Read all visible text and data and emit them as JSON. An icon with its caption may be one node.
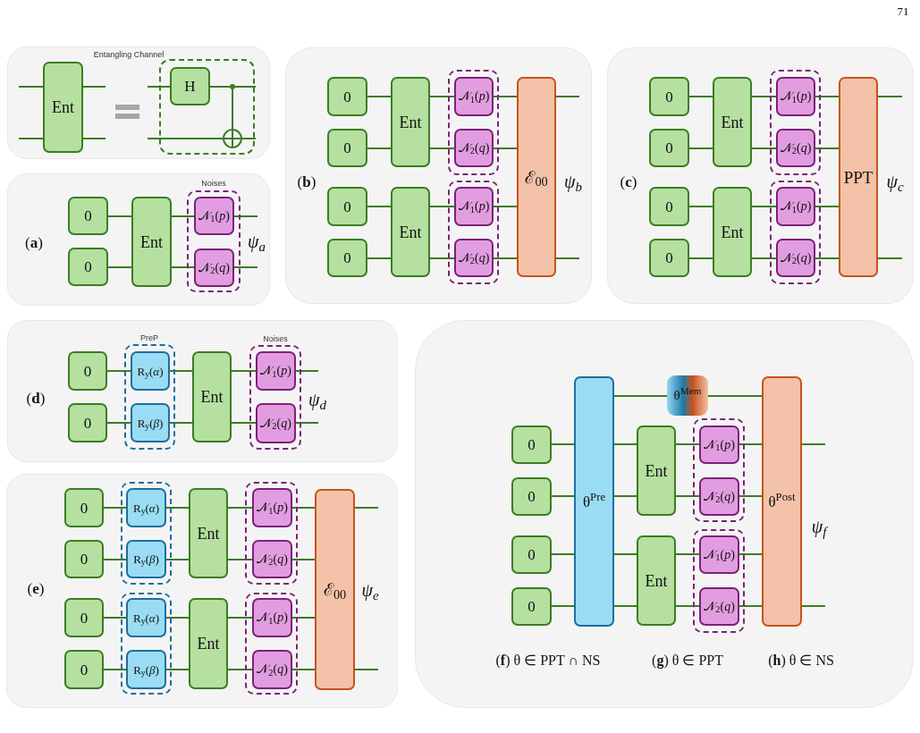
{
  "diagram": {
    "nodes": [
      {
        "text": [],
        "shape": "box"
      },
      {
        "text": [
          "Ent"
        ],
        "in": 0
      },
      {
        "text": [
          "Entangling Channel"
        ],
        "in": 0
      },
      {
        "text": [
          "H"
        ],
        "in": 2
      },
      {
        "text": [],
        "shape": "dot",
        "in": 2
      },
      {
        "text": [],
        "shape": "circle",
        "in": 2
      },
      {
        "text": [
          "(**a**)",
          "ψ$_{a}$"
        ]
      },
      {
        "text": [
          "0"
        ],
        "in": 6
      },
      {
        "text": [
          "0"
        ],
        "in": 6
      },
      {
        "text": [
          "Ent"
        ],
        "in": 6
      },
      {
        "text": [
          "Noises"
        ],
        "in": 6
      },
      {
        "text": [
          "𝒩$_{1}$(*p*)"
        ],
        "in": 10
      },
      {
        "text": [
          "𝒩$_{2}$(*q*)"
        ],
        "in": 10
      },
      {
        "text": [
          "(**b**)",
          "ψ$_{b}$"
        ]
      },
      {
        "text": [
          "0"
        ],
        "in": 13
      },
      {
        "text": [
          "0"
        ],
        "in": 13
      },
      {
        "text": [
          "Ent"
        ],
        "in": 13
      },
      {
        "text": [],
        "shape": "box",
        "in": 13
      },
      {
        "text": [
          "𝒩$_{1}$(*p*)"
        ],
        "in": 17
      },
      {
        "text": [
          "𝒩$_{2}$(*q*)"
        ],
        "in": 17
      },
      {
        "text": [
          "0"
        ],
        "in": 13
      },
      {
        "text": [
          "0"
        ],
        "in": 13
      },
      {
        "text": [
          "Ent"
        ],
        "in": 13
      },
      {
        "text": [],
        "shape": "box",
        "in": 13
      },
      {
        "text": [
          "𝒩$_{1}$(*p*)"
        ],
        "in": 23
      },
      {
        "text": [
          "𝒩$_{2}$(*q*)"
        ],
        "in": 23
      },
      {
        "text": [
          "ℰ$_{00}$"
        ],
        "in": 13
      },
      {
        "text": [
          "(**c**)",
          "ψ$_{c}$"
        ]
      },
      {
        "text": [
          "0"
        ],
        "in": 27
      },
      {
        "text": [
          "0"
        ],
        "in": 27
      },
      {
        "text": [
          "Ent"
        ],
        "in": 27
      },
      {
        "text": [],
        "shape": "box",
        "in": 27
      },
      {
        "text": [
          "𝒩$_{1}$(*p*)"
        ],
        "in": 31
      },
      {
        "text": [
          "𝒩$_{2}$(*q*)"
        ],
        "in": 31
      },
      {
        "text": [
          "0"
        ],
        "in": 27
      },
      {
        "text": [
          "0"
        ],
        "in": 27
      },
      {
        "text": [
          "Ent"
        ],
        "in": 27
      },
      {
        "text": [],
        "shape": "box",
        "in": 27
      },
      {
        "text": [
          "𝒩$_{1}$(*p*)"
        ],
        "in": 37
      },
      {
        "text": [
          "𝒩$_{2}$(*q*)"
        ],
        "in": 37
      },
      {
        "text": [
          "PPT"
        ],
        "in": 27
      },
      {
        "text": [
          "(**d**)",
          "ψ$_{d}$"
        ]
      },
      {
        "text": [
          "0"
        ],
        "in": 41
      },
      {
        "text": [
          "0"
        ],
        "in": 41
      },
      {
        "text": [
          "PreP"
        ],
        "in": 41
      },
      {
        "text": [
          "R$_{y}$(*α*)"
        ],
        "in": 44
      },
      {
        "text": [
          "R$_{y}$(*β*)"
        ],
        "in": 44
      },
      {
        "text": [
          "Ent"
        ],
        "in": 41
      },
      {
        "text": [
          "Noises"
        ],
        "in": 41
      },
      {
        "text": [
          "𝒩$_{1}$(*p*)"
        ],
        "in": 48
      },
      {
        "text": [
          "𝒩$_{2}$(*q*)"
        ],
        "in": 48
      },
      {
        "text": [
          "(**e**)",
          "ψ$_{e}$"
        ]
      },
      {
        "text": [
          "0"
        ],
        "in": 51
      },
      {
        "text": [
          "0"
        ],
        "in": 51
      },
      {
        "text": [],
        "shape": "box",
        "in": 51
      },
      {
        "text": [
          "R$_{y}$(*α*)"
        ],
        "in": 54
      },
      {
        "text": [
          "R$_{y}$(*β*)"
        ],
        "in": 54
      },
      {
        "text": [
          "Ent"
        ],
        "in": 51
      },
      {
        "text": [],
        "shape": "box",
        "in": 51
      },
      {
        "text": [
          "𝒩$_{1}$(*p*)"
        ],
        "in": 58
      },
      {
        "text": [
          "𝒩$_{2}$(*q*)"
        ],
        "in": 58
      },
      {
        "text": [
          "0"
        ],
        "in": 51
      },
      {
        "text": [
          "0"
        ],
        "in": 51
      },
      {
        "text": [],
        "shape": "box",
        "in": 51
      },
      {
        "text": [
          "R$_{y}$(*α*)"
        ],
        "in": 63
      },
      {
        "text": [
          "R$_{y}$(*β*)"
        ],
        "in": 63
      },
      {
        "text": [
          "Ent"
        ],
        "in": 51
      },
      {
        "text": [],
        "shape": "box",
        "in": 51
      },
      {
        "text": [
          "𝒩$_{1}$(*p*)"
        ],
        "in": 67
      },
      {
        "text": [
          "𝒩$_{2}$(*q*)"
        ],
        "in": 67
      },
      {
        "text": [
          "ℰ$_{00}$"
        ],
        "in": 51
      },
      {
        "text": [
          "(**f**) θ ∈ PPT ∩ NS",
          "(**g**) θ ∈ PPT",
          "(**h**) θ ∈ NS",
          "ψ$_{f}$"
        ]
      },
      {
        "text": [
          "0"
        ],
        "in": 71
      },
      {
        "text": [
          "0"
        ],
        "in": 71
      },
      {
        "text": [
          "0"
        ],
        "in": 71
      },
      {
        "text": [
          "0"
        ],
        "in": 71
      },
      {
        "text": [
          "θ$^{Pre}$"
        ],
        "in": 71
      },
      {
        "text": [
          "θ$^{Mem}$"
        ],
        "in": 71
      },
      {
        "text": [
          "Ent"
        ],
        "in": 71
      },
      {
        "text": [],
        "shape": "box",
        "in": 71
      },
      {
        "text": [
          "𝒩$_{1}$(*p*)"
        ],
        "in": 79
      },
      {
        "text": [
          "𝒩$_{2}$(*q*)"
        ],
        "in": 79
      },
      {
        "text": [
          "Ent"
        ],
        "in": 71
      },
      {
        "text": [],
        "shape": "box",
        "in": 71
      },
      {
        "text": [
          "𝒩$_{1}$(*p*)"
        ],
        "in": 83
      },
      {
        "text": [
          "𝒩$_{2}$(*q*)"
        ],
        "in": 83
      },
      {
        "text": [
          "θ$^{Post}$"
        ],
        "in": 71
      }
    ],
    "edges": [
      {
        "from": null,
        "to": 1,
        "arrow": "none"
      },
      {
        "from": null,
        "to": 1,
        "arrow": "none"
      },
      {
        "from": 1,
        "to": null,
        "arrow": "none"
      },
      {
        "from": 1,
        "to": null,
        "arrow": "none"
      },
      {
        "from": null,
        "to": 3,
        "arrow": "none"
      },
      {
        "from": 3,
        "to": 4,
        "arrow": "none"
      },
      {
        "from": 4,
        "to": null,
        "arrow": "none"
      },
      {
        "from": 4,
        "to": 5,
        "arrow": "none"
      },
      {
        "from": null,
        "to": 5,
        "arrow": "none"
      },
      {
        "from": 5,
        "to": null,
        "arrow": "none"
      },
      {
        "from": 7,
        "to": 9,
        "arrow": "none"
      },
      {
        "from": 8,
        "to": 9,
        "arrow": "none"
      },
      {
        "from": 9,
        "to": 11,
        "arrow": "none"
      },
      {
        "from": 9,
        "to": 12,
        "arrow": "none"
      },
      {
        "from": 11,
        "to": null,
        "arrow": "none"
      },
      {
        "from": 12,
        "to": null,
        "arrow": "none"
      },
      {
        "from": 14,
        "to": 16,
        "arrow": "none"
      },
      {
        "from": 15,
        "to": 16,
        "arrow": "none"
      },
      {
        "from": 16,
        "to": 18,
        "arrow": "none"
      },
      {
        "from": 16,
        "to": 19,
        "arrow": "none"
      },
      {
        "from": 18,
        "to": 26,
        "arrow": "none"
      },
      {
        "from": 19,
        "to": 26,
        "arrow": "none"
      },
      {
        "from": 20,
        "to": 22,
        "arrow": "none"
      },
      {
        "from": 21,
        "to": 22,
        "arrow": "none"
      },
      {
        "from": 22,
        "to": 24,
        "arrow": "none"
      },
      {
        "from": 22,
        "to": 25,
        "arrow": "none"
      },
      {
        "from": 24,
        "to": 26,
        "arrow": "none"
      },
      {
        "from": 25,
        "to": 26,
        "arrow": "none"
      },
      {
        "from": 26,
        "to": null,
        "arrow": "none"
      },
      {
        "from": 26,
        "to": null,
        "arrow": "none"
      },
      {
        "from": 28,
        "to": 30,
        "arrow": "none"
      },
      {
        "from": 29,
        "to": 30,
        "arrow": "none"
      },
      {
        "from": 30,
        "to": 32,
        "arrow": "none"
      },
      {
        "from": 30,
        "to": 33,
        "arrow": "none"
      },
      {
        "from": 32,
        "to": 40,
        "arrow": "none"
      },
      {
        "from": 33,
        "to": 40,
        "arrow": "none"
      },
      {
        "from": 34,
        "to": 36,
        "arrow": "none"
      },
      {
        "from": 35,
        "to": 36,
        "arrow": "none"
      },
      {
        "from": 36,
        "to": 38,
        "arrow": "none"
      },
      {
        "from": 36,
        "to": 39,
        "arrow": "none"
      },
      {
        "from": 38,
        "to": 40,
        "arrow": "none"
      },
      {
        "from": 39,
        "to": 40,
        "arrow": "none"
      },
      {
        "from": 40,
        "to": null,
        "arrow": "none"
      },
      {
        "from": 40,
        "to": null,
        "arrow": "none"
      },
      {
        "from": 42,
        "to": 45,
        "arrow": "none"
      },
      {
        "from": 43,
        "to": 46,
        "arrow": "none"
      },
      {
        "from": 45,
        "to": 47,
        "arrow": "none"
      },
      {
        "from": 46,
        "to": 47,
        "arrow": "none"
      },
      {
        "from": 47,
        "to": 49,
        "arrow": "none"
      },
      {
        "from": 47,
        "to": 50,
        "arrow": "none"
      },
      {
        "from": 49,
        "to": null,
        "arrow": "none"
      },
      {
        "from": 50,
        "to": null,
        "arrow": "none"
      },
      {
        "from": 52,
        "to": 55,
        "arrow": "none"
      },
      {
        "from": 53,
        "to": 56,
        "arrow": "none"
      },
      {
        "from": 55,
        "to": 57,
        "arrow": "none"
      },
      {
        "from": 56,
        "to": 57,
        "arrow": "none"
      },
      {
        "from": 57,
        "to": 59,
        "arrow": "none"
      },
      {
        "from": 57,
        "to": 60,
        "arrow": "none"
      },
      {
        "from": 59,
        "to": 70,
        "arrow": "none"
      },
      {
        "from": 60,
        "to": 70,
        "arrow": "none"
      },
      {
        "from": 61,
        "to": 64,
        "arrow": "none"
      },
      {
        "from": 62,
        "to": 65,
        "arrow": "none"
      },
      {
        "from": 64,
        "to": 66,
        "arrow": "none"
      },
      {
        "from": 65,
        "to": 66,
        "arrow": "none"
      },
      {
        "from": 66,
        "to": 68,
        "arrow": "none"
      },
      {
        "from": 66,
        "to": 69,
        "arrow": "none"
      },
      {
        "from": 68,
        "to": 70,
        "arrow": "none"
      },
      {
        "from": 69,
        "to": 70,
        "arrow": "none"
      },
      {
        "from": 70,
        "to": null,
        "arrow": "none"
      },
      {
        "from": 70,
        "to": null,
        "arrow": "none"
      },
      {
        "from": 72,
        "to": 76,
        "arrow": "none"
      },
      {
        "from": 73,
        "to": 76,
        "arrow": "none"
      },
      {
        "from": 74,
        "to": 76,
        "arrow": "none"
      },
      {
        "from": 75,
        "to": 76,
        "arrow": "none"
      },
      {
        "from": 76,
        "to": 77,
        "arrow": "none"
      },
      {
        "from": 77,
        "to": 86,
        "arrow": "none"
      },
      {
        "from": 76,
        "to": 78,
        "arrow": "none"
      },
      {
        "from": 76,
        "to": 78,
        "arrow": "none"
      },
      {
        "from": 76,
        "to": 82,
        "arrow": "none"
      },
      {
        "from": 76,
        "to": 82,
        "arrow": "none"
      },
      {
        "from": 78,
        "to": 80,
        "arrow": "none"
      },
      {
        "from": 78,
        "to": 81,
        "arrow": "none"
      },
      {
        "from": 82,
        "to": 84,
        "arrow": "none"
      },
      {
        "from": 82,
        "to": 85,
        "arrow": "none"
      },
      {
        "from": 80,
        "to": 86,
        "arrow": "none"
      },
      {
        "from": 81,
        "to": 86,
        "arrow": "none"
      },
      {
        "from": 84,
        "to": 86,
        "arrow": "none"
      },
      {
        "from": 85,
        "to": 86,
        "arrow": "none"
      },
      {
        "from": 86,
        "to": null,
        "arrow": "none"
      },
      {
        "from": 86,
        "to": null,
        "arrow": "none"
      }
    ],
    "labels": [
      "71"
    ]
  }
}
